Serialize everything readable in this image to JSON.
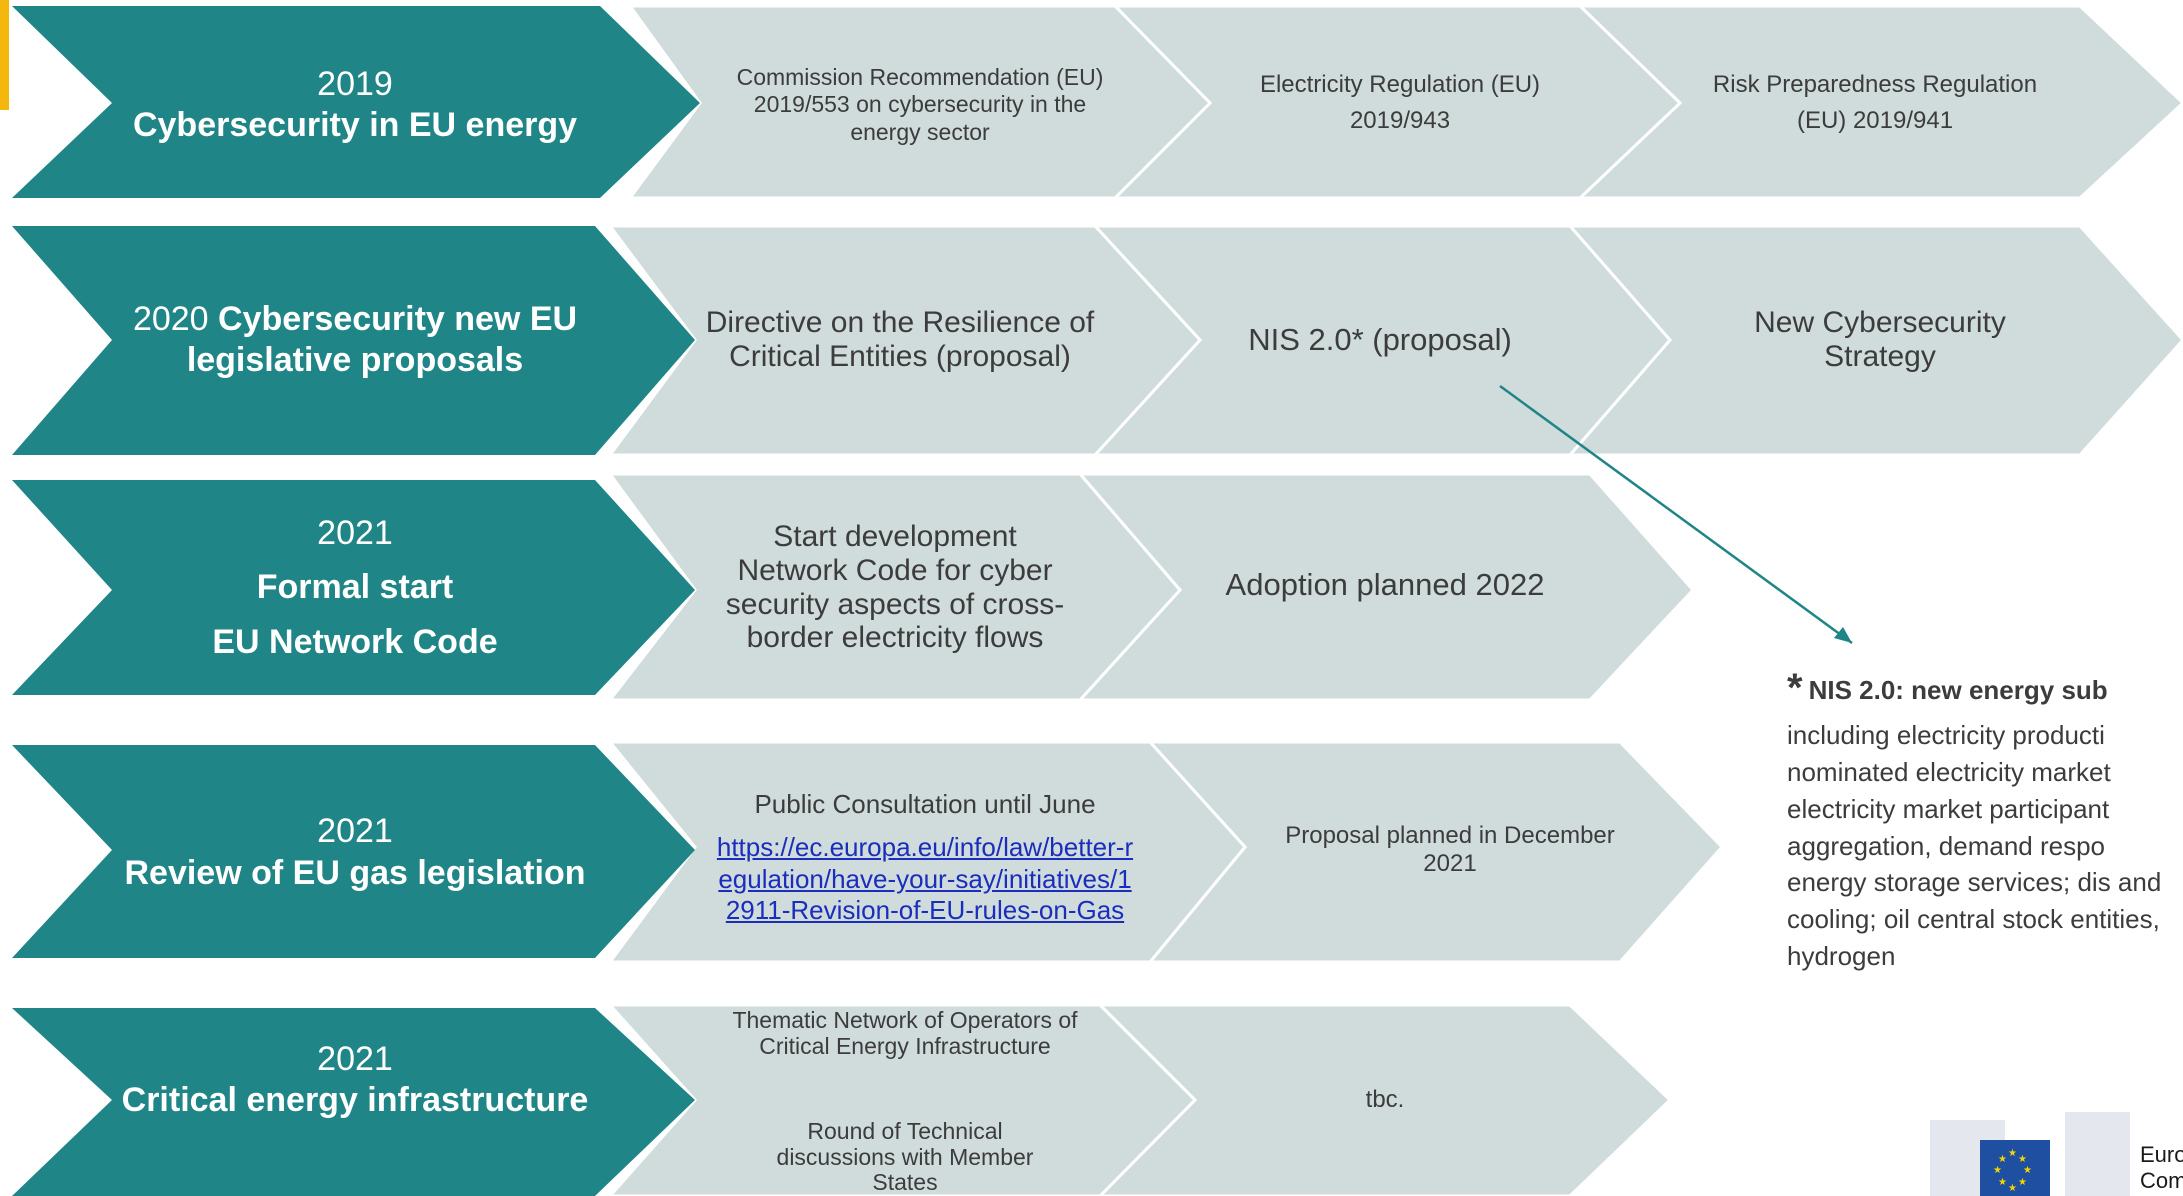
{
  "colors": {
    "teal": "#1f8587",
    "gray": "#cfdcdb",
    "text": "#3c3c3c",
    "link": "#1a2dbd",
    "yellow": "#f3b70e"
  },
  "rows": [
    {
      "year": "2019",
      "title": "Cybersecurity in EU energy",
      "steps": [
        "Commission Recommendation (EU) 2019/553 on cybersecurity in the energy sector",
        "Electricity Regulation (EU) 2019/943",
        "Risk Preparedness Regulation (EU) 2019/941"
      ]
    },
    {
      "year": "2020",
      "title": "Cybersecurity new EU legislative proposals",
      "steps": [
        "Directive on the Resilience of Critical Entities (proposal)",
        "NIS 2.0* (proposal)",
        "New Cybersecurity Strategy"
      ]
    },
    {
      "year": "2021",
      "title": "Formal start",
      "title2": "EU Network Code",
      "steps": [
        "Start development Network Code for cyber security aspects of cross-border electricity flows",
        "Adoption planned 2022"
      ]
    },
    {
      "year": "2021",
      "title": "Review of EU gas legislation",
      "steps": [
        "Public Consultation until June",
        "Proposal planned in December 2021"
      ],
      "link": "https://ec.europa.eu/info/law/better-regulation/have-your-say/initiatives/12911-Revision-of-EU-rules-on-Gas"
    },
    {
      "year": "2021",
      "title": "Critical energy infrastructure",
      "steps": [
        "Thematic Network of Operators of Critical Energy Infrastructure",
        "Round of Technical discussions with Member States",
        "tbc."
      ]
    }
  ],
  "note": {
    "star": "*",
    "title": "NIS 2.0: new energy sub",
    "body": "including electricity producti nominated electricity market electricity market participant aggregation, demand respo energy storage services; dis and cooling; oil central stock entities, hydrogen"
  },
  "logo": {
    "text_line1": "Euro",
    "text_line2": "Com"
  }
}
